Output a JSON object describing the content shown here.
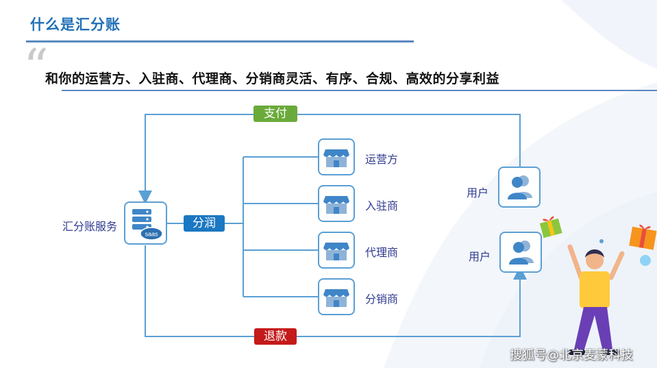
{
  "slide": {
    "title": "什么是汇分账",
    "subtitle": "和你的运营方、入驻商、代理商、分销商灵活、有序、合规、高效的分享利益"
  },
  "diagram": {
    "service_label": "汇分账服务",
    "saas_text": "saas",
    "pay_label": "支付",
    "share_label": "分润",
    "refund_label": "退款",
    "merchants": [
      "运营方",
      "入驻商",
      "代理商",
      "分销商"
    ],
    "user_top_label": "用户",
    "user_bottom_label": "用户"
  },
  "colors": {
    "title": "#1f6fb7",
    "pay_green": "#6aaa3a",
    "share_blue": "#1b78c2",
    "refund_red": "#c41a1a",
    "line_blue": "#5a9fd4"
  },
  "watermark": "搜狐号@北京麦蒙科技"
}
